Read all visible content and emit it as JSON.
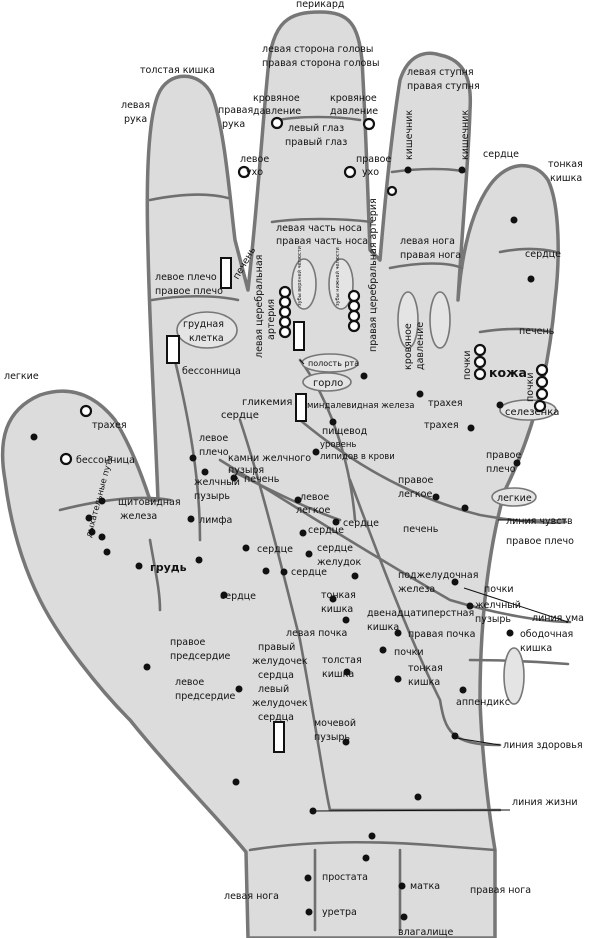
{
  "labels": {
    "pericard": "перикард",
    "left_head": "левая сторона головы",
    "right_head": "правая сторона головы",
    "colon": "толстая кишка",
    "left_hand_1": "левая",
    "left_hand_2": "рука",
    "right_hand_1": "правая",
    "right_hand_2": "рука",
    "bp_left_1": "кровяное",
    "bp_left_2": "давление",
    "bp_right_1": "кровяное",
    "bp_right_2": "давление",
    "left_eye": "левый глаз",
    "right_eye": "правый глаз",
    "left_foot": "левая ступня",
    "right_foot": "правая ступня",
    "intestine_1": "кишечник",
    "intestine_2": "кишечник",
    "heart_top": "сердце",
    "small_int_1": "тонкая",
    "small_int_2": "кишка",
    "left_ear_1": "левое",
    "left_ear_2": "ухо",
    "right_ear_1": "правое",
    "right_ear_2": "ухо",
    "left_nose": "левая часть носа",
    "right_nose": "правая часть носа",
    "right_cerebral": "правая церебральная артерия",
    "left_leg": "левая нога",
    "right_leg": "правая нога",
    "heart_pinky": "сердце",
    "liver_1": "печень",
    "liver_2": "печень",
    "left_cerebral_1": "левая церебральная",
    "left_cerebral_2": "артерия",
    "left_shoulder": "левое плечо",
    "right_shoulder": "правое плечо",
    "upper_teeth": "зубы верхней челюсти",
    "lower_teeth": "зубы нижней челюсти",
    "bp_oval_1": "кровяное",
    "bp_oval_2": "давление",
    "chest_1": "грудная",
    "chest_2": "клетка",
    "kidneys_1": "почки",
    "skin": "кожа",
    "mouth": "полость рта",
    "insomnia_1": "бессонница",
    "throat": "горло",
    "lungs": "легкие",
    "glycemia": "гликемия",
    "heart_2": "сердце",
    "tonsil": "миндалевидная железа",
    "trachea_1": "трахея",
    "spleen": "селезенка",
    "trachea_2": "трахея",
    "trachea_3": "трахея",
    "esophagus": "пищевод",
    "blood_lipids_1": "уровень",
    "blood_lipids_2": "липидов в крови",
    "left_shoulder_2a": "левое",
    "left_shoulder_2b": "плечо",
    "gallstones": "камни желчного",
    "bladder_word": "пузыря",
    "right_shoulder_3a": "правое",
    "right_shoulder_3b": "плечо",
    "insomnia_2": "бессонница",
    "airways": "дыхательные пути",
    "gallbladder_1a": "желчный",
    "gallbladder_1b": "пузырь",
    "liver_3": "печень",
    "left_lung_1": "левое",
    "left_lung_2": "легкое",
    "right_lung_1": "правое",
    "right_lung_2": "легкое",
    "lungs_2": "легкие",
    "thyroid_1": "щитовидная",
    "thyroid_2": "железа",
    "lymph": "лимфа",
    "heart_3": "сердце",
    "line_feelings": "линия чувств",
    "liver_4": "печень",
    "right_shoulder_4": "правое плечо",
    "heart_4": "сердце",
    "heart_5": "сердце",
    "heart_stomach_1": "сердце",
    "heart_stomach_2": "желудок",
    "chest_label": "грудь",
    "heart_6": "сердце",
    "pancreas_1": "поджелудочная",
    "pancreas_2": "железа",
    "kidneys_2": "почки",
    "gallbladder_2a": "желчный",
    "gallbladder_2b": "пузырь",
    "heart_7": "сердце",
    "small_int_3a": "тонкая",
    "small_int_3b": "кишка",
    "duodenum_1": "двенадцатиперстная",
    "duodenum_2": "кишка",
    "line_mind": "линия ума",
    "right_atrium_1": "правое",
    "right_atrium_2": "предсердие",
    "left_kidney": "левая почка",
    "right_kidney": "правая почка",
    "sigmoid_1": "ободочная",
    "sigmoid_2": "кишка",
    "right_ventricle_1": "правый",
    "right_ventricle_2": "желудочек",
    "right_ventricle_3": "сердца",
    "kidneys_3": "почки",
    "colon_2a": "толстая",
    "colon_2b": "кишка",
    "small_int_4a": "тонкая",
    "small_int_4b": "кишка",
    "left_atrium_1": "левое",
    "left_atrium_2": "предсердие",
    "left_ventricle_1": "левый",
    "left_ventricle_2": "желудочек",
    "left_ventricle_3": "сердца",
    "appendix": "аппендикс",
    "bladder_1": "мочевой",
    "bladder_2": "пузырь",
    "line_health": "линия здоровья",
    "line_life": "линия жизни",
    "prostate": "простата",
    "uterus": "матка",
    "left_leg_2": "левая нога",
    "right_leg_2": "правая нога",
    "urethra": "уретра",
    "vagina": "влагалище"
  }
}
